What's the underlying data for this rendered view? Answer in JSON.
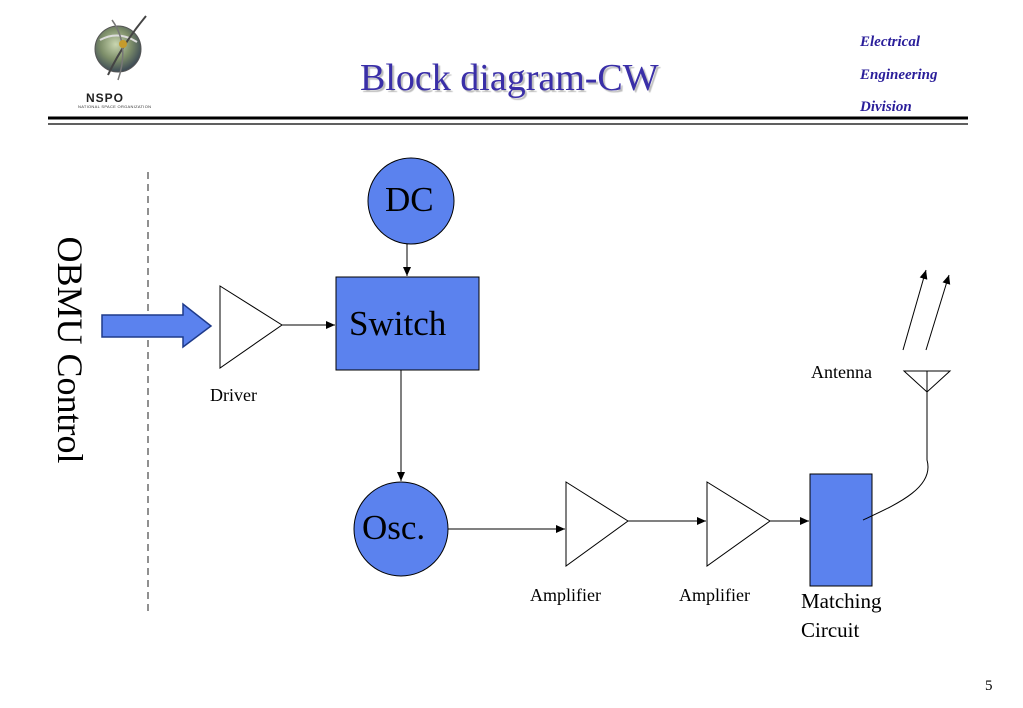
{
  "header": {
    "logo_name": "NSPO",
    "logo_subtitle": "NATIONAL SPACE ORGANIZATION",
    "title": "Block diagram-CW",
    "division_lines": [
      "Electrical",
      "Engineering",
      "Division"
    ]
  },
  "diagram": {
    "side_label": "OBMU Control",
    "nodes": {
      "dc": "DC",
      "switch": "Switch",
      "osc": "Osc.",
      "driver": "Driver",
      "amplifier_1": "Amplifier",
      "amplifier_2": "Amplifier",
      "matching_line1": "Matching",
      "matching_line2": "Circuit",
      "antenna": "Antenna"
    }
  },
  "colors": {
    "block_fill": "#5b82ee",
    "title": "#3a2fa8",
    "division": "#2a1e9a"
  },
  "footer": {
    "page_number": "5"
  }
}
